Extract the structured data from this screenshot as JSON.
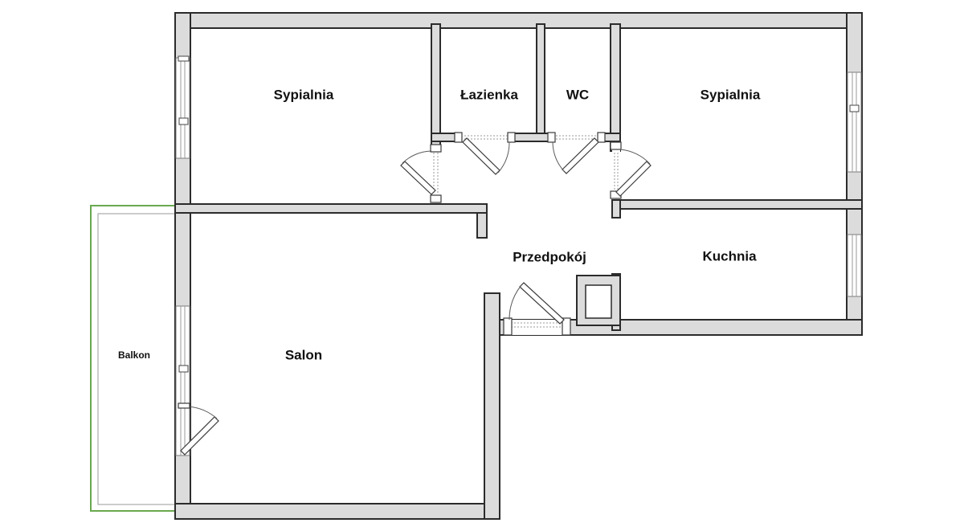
{
  "rooms": [
    {
      "key": "bedroom_left",
      "label": "Sypialnia"
    },
    {
      "key": "bathroom",
      "label": "Łazienka"
    },
    {
      "key": "wc",
      "label": "WC"
    },
    {
      "key": "bedroom_right",
      "label": "Sypialnia"
    },
    {
      "key": "hallway",
      "label": "Przedpokój"
    },
    {
      "key": "kitchen",
      "label": "Kuchnia"
    },
    {
      "key": "living_room",
      "label": "Salon"
    },
    {
      "key": "balcony",
      "label": "Balkon"
    }
  ],
  "colors": {
    "wall_fill": "#dcdcdc",
    "wall_stroke": "#2b2b2b",
    "balcony_outline": "#6aa84f"
  }
}
